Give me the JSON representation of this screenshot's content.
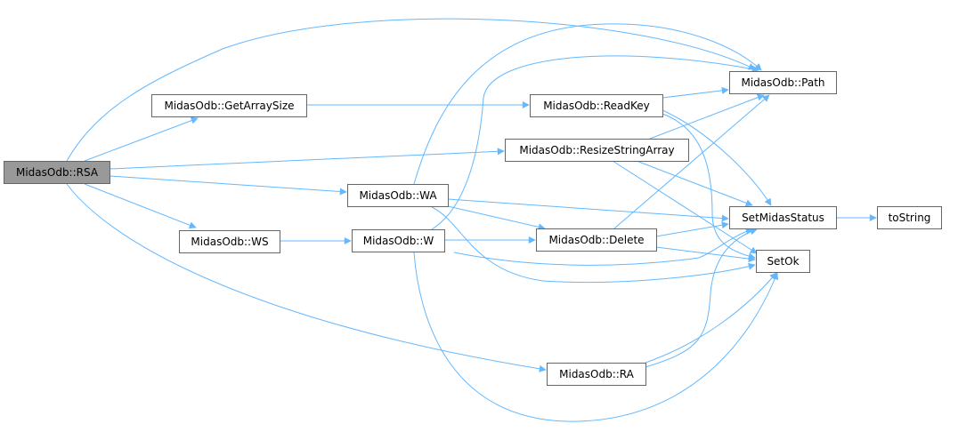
{
  "graph": {
    "edge_color": "#63b8ff",
    "root_fill": "#999999",
    "nodes": {
      "rsa": "MidasOdb::RSA",
      "getarraysize": "MidasOdb::GetArraySize",
      "resizestringarray": "MidasOdb::ResizeStringArray",
      "wa": "MidasOdb::WA",
      "ws": "MidasOdb::WS",
      "w": "MidasOdb::W",
      "ra": "MidasOdb::RA",
      "readkey": "MidasOdb::ReadKey",
      "delete": "MidasOdb::Delete",
      "path": "MidasOdb::Path",
      "setmidasstatus": "SetMidasStatus",
      "setok": "SetOk",
      "tostring": "toString"
    },
    "edges": [
      [
        "rsa",
        "path"
      ],
      [
        "rsa",
        "getarraysize"
      ],
      [
        "rsa",
        "resizestringarray"
      ],
      [
        "rsa",
        "wa"
      ],
      [
        "rsa",
        "ws"
      ],
      [
        "rsa",
        "ra"
      ],
      [
        "getarraysize",
        "readkey"
      ],
      [
        "readkey",
        "path"
      ],
      [
        "readkey",
        "setmidasstatus"
      ],
      [
        "readkey",
        "setok"
      ],
      [
        "resizestringarray",
        "path"
      ],
      [
        "resizestringarray",
        "setmidasstatus"
      ],
      [
        "resizestringarray",
        "setok"
      ],
      [
        "wa",
        "path"
      ],
      [
        "wa",
        "setmidasstatus"
      ],
      [
        "wa",
        "delete"
      ],
      [
        "wa",
        "setok"
      ],
      [
        "ws",
        "w"
      ],
      [
        "w",
        "path"
      ],
      [
        "w",
        "delete"
      ],
      [
        "w",
        "setmidasstatus"
      ],
      [
        "w",
        "setok"
      ],
      [
        "delete",
        "path"
      ],
      [
        "delete",
        "setmidasstatus"
      ],
      [
        "delete",
        "setok"
      ],
      [
        "setmidasstatus",
        "tostring"
      ],
      [
        "ra",
        "setmidasstatus"
      ],
      [
        "ra",
        "setok"
      ]
    ]
  }
}
